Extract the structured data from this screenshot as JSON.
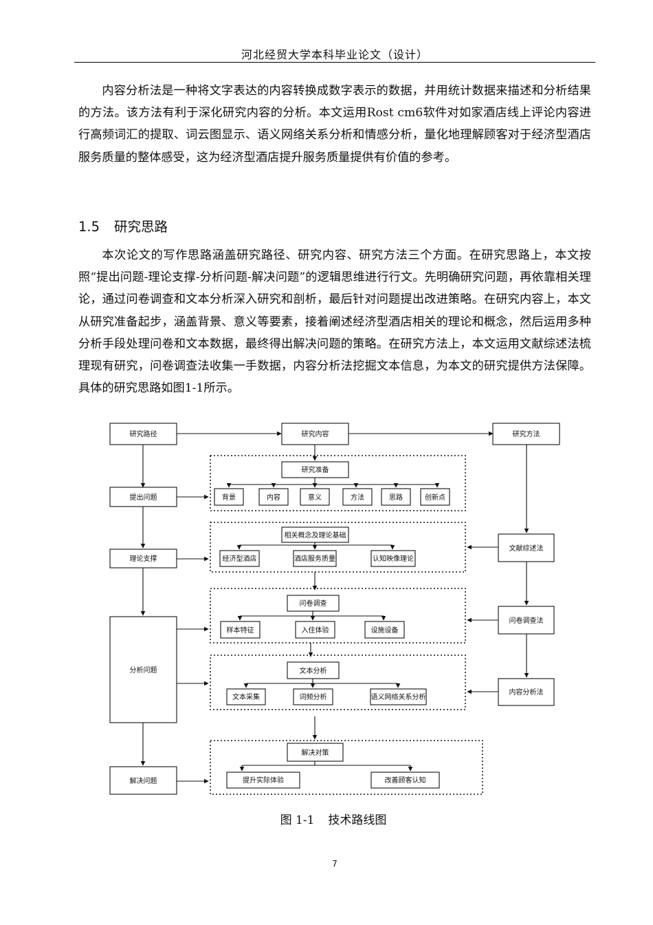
{
  "header": {
    "title": "河北经贸大学本科毕业论文（设计）"
  },
  "paragraph1": "内容分析法是一种将文字表达的内容转换成数字表示的数据，并用统计数据来描述和分析结果的方法。该方法有利于深化研究内容的分析。本文运用Rost cm6软件对如家酒店线上评论内容进行高频词汇的提取、词云图显示、语义网络关系分析和情感分析，量化地理解顾客对于经济型酒店服务质量的整体感受，这为经济型酒店提升服务质量提供有价值的参考。",
  "section": {
    "number": "1.5",
    "title": "研究思路"
  },
  "paragraph2": "本次论文的写作思路涵盖研究路径、研究内容、研究方法三个方面。在研究思路上，本文按照“提出问题-理论支撑-分析问题-解决问题”的逻辑思维进行行文。先明确研究问题，再依靠相关理论，通过问卷调查和文本分析深入研究和剖析，最后针对问题提出改进策略。在研究内容上，本文从研究准备起步，涵盖背景、意义等要素，接着阐述经济型酒店相关的理论和概念，然后运用多种分析手段处理问卷和文本数据，最终得出解决问题的策略。在研究方法上，本文运用文献综述法梳理现有研究，问卷调查法收集一手数据，内容分析法挖掘文本信息，为本文的研究提供方法保障。具体的研究思路如图1-1所示。",
  "diagram": {
    "left_column": [
      "研究路径",
      "提出问题",
      "理论支撑",
      "分析问题",
      "解决问题"
    ],
    "center_top": "研究内容",
    "right_column": [
      "研究方法",
      "文献综述法",
      "问卷调查法",
      "内容分析法"
    ],
    "group1": {
      "title": "研究准备",
      "items": [
        "背景",
        "内容",
        "意义",
        "方法",
        "思路",
        "创新点"
      ]
    },
    "group2": {
      "title": "相关概念及理论基础",
      "items": [
        "经济型酒店",
        "酒店服务质量",
        "认知映像理论"
      ]
    },
    "group3": {
      "title": "问卷调查",
      "items": [
        "样本特征",
        "入住体验",
        "设施设备"
      ]
    },
    "group4": {
      "title": "文本分析",
      "items": [
        "文本采集",
        "词频分析",
        "语义网络关系分析"
      ]
    },
    "group5": {
      "title": "解决对策",
      "items": [
        "提升实际体验",
        "改善顾客认知"
      ]
    }
  },
  "caption": {
    "label": "图 1-1",
    "title": "技术路线图"
  },
  "page_number": "7"
}
